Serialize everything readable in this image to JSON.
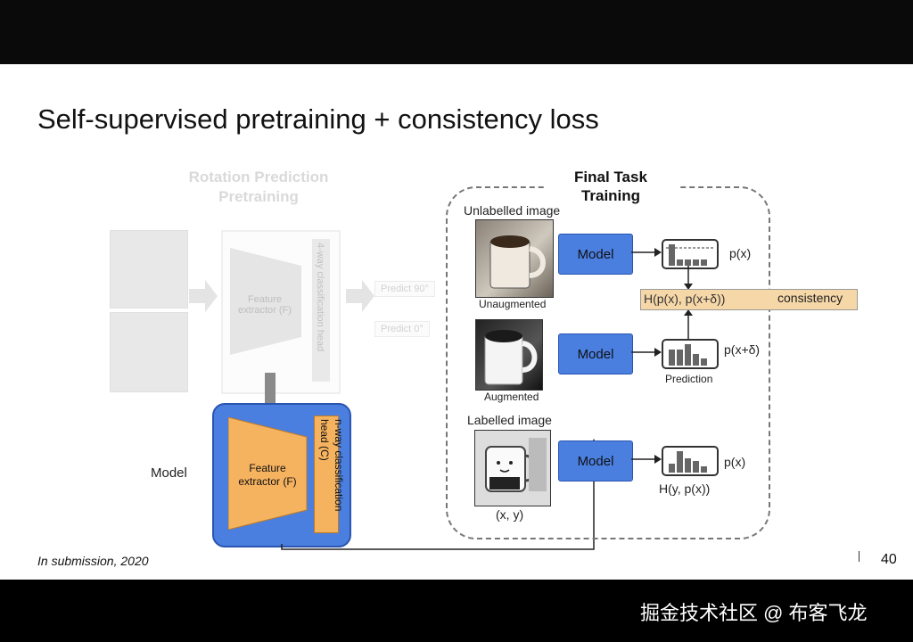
{
  "slide": {
    "title": "Self-supervised pretraining + consistency loss",
    "footer": "In submission, 2020",
    "page_number": "40"
  },
  "rotation": {
    "title_line1": "Rotation Prediction",
    "title_line2": "Pretraining",
    "extractor_label": "Feature extractor (F)",
    "head_label": "4-way classification head",
    "predict_1": "Predict 90°",
    "predict_2": "Predict 0°"
  },
  "model_block": {
    "side_label": "Model",
    "extractor_label": "Feature extractor (F)",
    "head_label": "n-way classification head (C)"
  },
  "final": {
    "title_line1": "Final Task",
    "title_line2": "Training",
    "unlabelled_label": "Unlabelled image",
    "unaugmented_label": "Unaugmented",
    "augmented_label": "Augmented",
    "labelled_label": "Labelled image",
    "xy_label": "(x, y)",
    "model_label": "Model",
    "px_label": "p(x)",
    "pxd_label": "p(x+δ)",
    "px_label_2": "p(x)",
    "prediction_label": "Prediction",
    "h_label": "H(y, p(x))",
    "consistency_formula": "H(p(x), p(x+δ))",
    "consistency_label": "consistency"
  },
  "colors": {
    "model_blue": "#4a7fe0",
    "extractor_orange": "#f5b25f",
    "consistency_fill": "#f6d7a8"
  },
  "watermark": "掘金技术社区 @ 布客飞龙"
}
